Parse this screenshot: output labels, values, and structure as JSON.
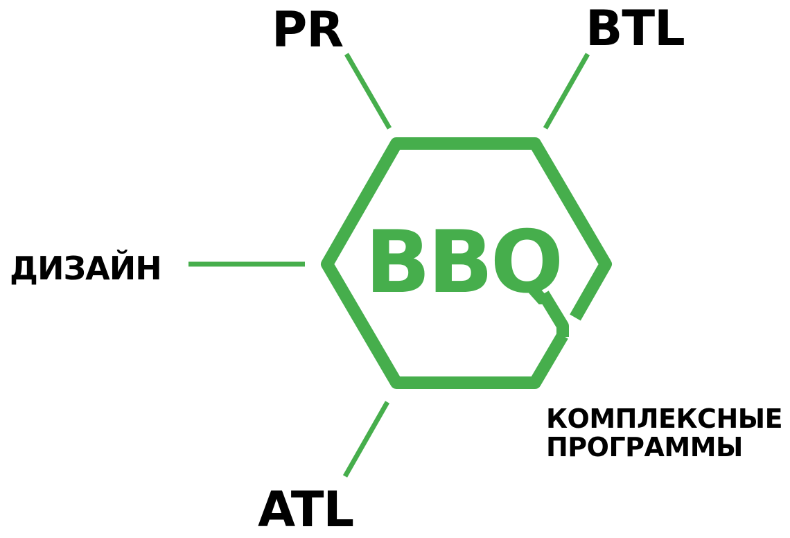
{
  "colors": {
    "accent": "#46ae4c",
    "text": "#000000",
    "background": "#ffffff"
  },
  "logo": {
    "text": "BBQ",
    "shape": "hexagon"
  },
  "labels": {
    "pr": "PR",
    "btl": "BTL",
    "design": "ДИЗАЙН",
    "atl": "ATL",
    "complex_line1": "КОМПЛЕКСНЫЕ",
    "complex_line2": "ПРОГРАММЫ"
  }
}
